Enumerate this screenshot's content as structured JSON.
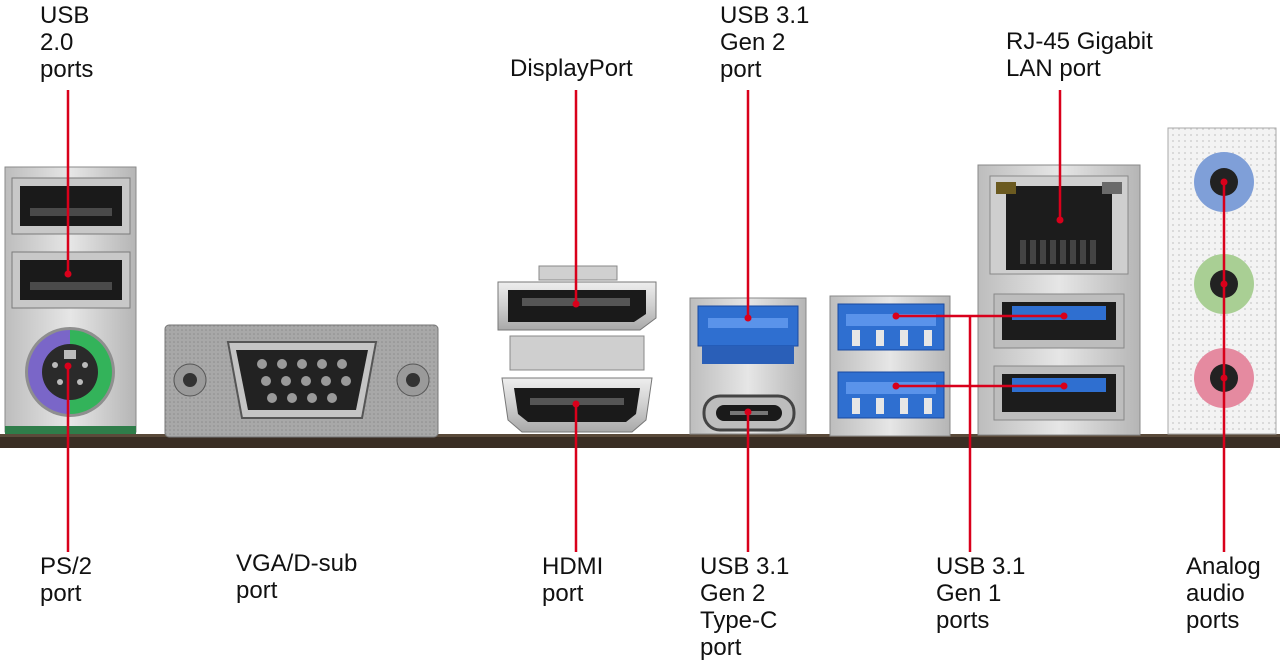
{
  "labels": {
    "usb20": "USB\n2.0\nports",
    "displayport": "DisplayPort",
    "usb31_gen2": "USB 3.1\nGen 2\nport",
    "rj45": "RJ-45 Gigabit\nLAN port",
    "ps2": "PS/2\nport",
    "vga": "VGA/D-sub\nport",
    "hdmi": "HDMI\nport",
    "usb31_typec": "USB 3.1\nGen 2\nType-C\nport",
    "usb31_gen1": "USB 3.1\nGen 1\nports",
    "audio": "Analog\naudio\nports"
  },
  "colors": {
    "leader": "#d9001b",
    "usb3_blue": "#2f6fd0",
    "ps2_purple": "#7a66c8",
    "ps2_green": "#33b35a",
    "audio_blue": "#7f9fd8",
    "audio_green": "#a9cf94",
    "audio_pink": "#e58aa0",
    "pcb": "#3a2e24"
  }
}
